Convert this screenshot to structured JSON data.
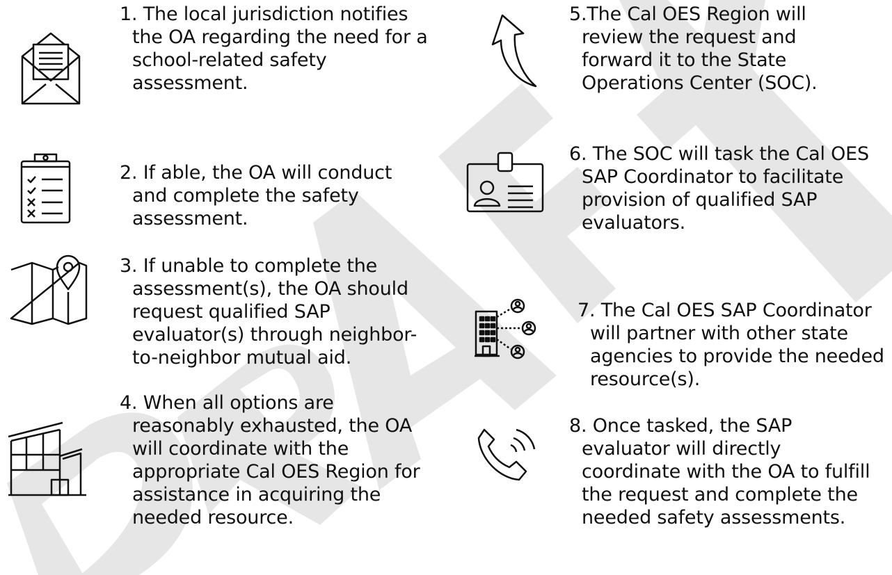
{
  "watermark_text": "DRAFT",
  "watermark_color": "#e6e6e6",
  "text_color": "#111111",
  "steps": [
    {
      "icon": "envelope-letter-icon",
      "text": "1. The local jurisdiction notifies the OA regarding the need for a school-related safety assessment."
    },
    {
      "icon": "clipboard-checklist-icon",
      "text": "2. If able, the OA will conduct and complete the safety assessment."
    },
    {
      "icon": "map-pin-icon",
      "text": "3. If unable to complete the assessment(s), the OA should request qualified SAP evaluator(s) through neighbor-to-neighbor mutual aid."
    },
    {
      "icon": "school-building-icon",
      "text": "4. When all options are reasonably exhausted, the OA will coordinate with the appropriate Cal OES Region for assistance in acquiring the needed resource."
    },
    {
      "icon": "curved-arrow-up-icon",
      "text": "5.The Cal OES Region will review the request and forward it to the State Operations Center (SOC)."
    },
    {
      "icon": "id-badge-icon",
      "text": "6. The SOC will task the Cal OES SAP Coordinator to facilitate provision of qualified SAP evaluators."
    },
    {
      "icon": "building-network-icon",
      "text": "7. The Cal OES SAP Coordinator will partner with other state agencies to provide the needed resource(s)."
    },
    {
      "icon": "phone-calling-icon",
      "text": "8.  Once tasked, the SAP evaluator will directly coordinate with the OA to fulfill the request and complete the needed safety assessments."
    }
  ]
}
